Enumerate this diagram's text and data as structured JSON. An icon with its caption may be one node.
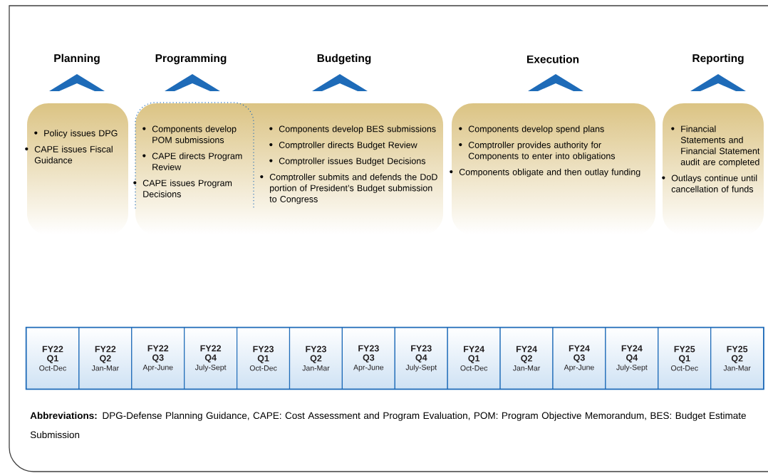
{
  "diagram": {
    "caption": "**Abbreviations:** DPG-Defense Planning Guidance, CAPE: Cost Assessment and Program Evaluation, POM: Program Objective Memorandum, BES: Budget Estimate Submission",
    "nodes": [
      {
        "text": [
          "Planning",
          "Policy issues DPG",
          "CAPE issues Fiscal Guidance"
        ]
      },
      {
        "text": [
          "Programming",
          "Components develop POM submissions",
          "CAPE directs Program Review",
          "CAPE issues Program Decisions"
        ]
      },
      {
        "text": [
          "Budgeting",
          "Components develop BES submissions",
          "Comptroller directs Budget Review",
          "Comptroller issues Budget Decisions",
          "Comptroller submits and defends the DoD portion of President’s Budget submission to Congress"
        ]
      },
      {
        "text": [
          "Execution",
          "Components develop spend plans",
          "Comptroller provides authority for Components to enter into obligations",
          "Components obligate and then outlay funding"
        ]
      },
      {
        "text": [
          "Reporting",
          "Financial Statements and Financial Statement audit are completed",
          "Outlays continue until cancellation of funds"
        ]
      },
      {
        "text": [
          "FY22",
          "Q1",
          "Oct-Dec"
        ]
      },
      {
        "text": [
          "FY22",
          "Q2",
          "Jan-Mar"
        ]
      },
      {
        "text": [
          "FY22",
          "Q3",
          "Apr-June"
        ]
      },
      {
        "text": [
          "FY22",
          "Q4",
          "July-Sept"
        ]
      },
      {
        "text": [
          "FY23",
          "Q1",
          "Oct-Dec"
        ]
      },
      {
        "text": [
          "FY23",
          "Q2",
          "Jan-Mar"
        ]
      },
      {
        "text": [
          "FY23",
          "Q3",
          "Apr-June"
        ]
      },
      {
        "text": [
          "FY23",
          "Q4",
          "July-Sept"
        ]
      },
      {
        "text": [
          "FY24",
          "Q1",
          "Oct-Dec"
        ]
      },
      {
        "text": [
          "FY24",
          "Q2",
          "Jan-Mar"
        ]
      },
      {
        "text": [
          "FY24",
          "Q3",
          "Apr-June"
        ]
      },
      {
        "text": [
          "FY24",
          "Q4",
          "July-Sept"
        ]
      },
      {
        "text": [
          "FY25",
          "Q1",
          "Oct-Dec"
        ]
      },
      {
        "text": [
          "FY25",
          "Q2",
          "Jan-Mar"
        ]
      }
    ]
  }
}
